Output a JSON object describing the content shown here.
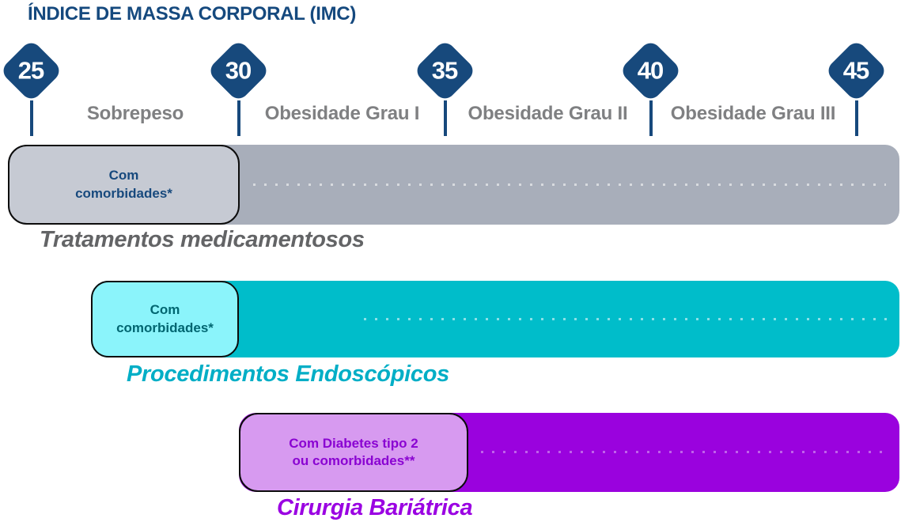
{
  "title": "ÍNDICE DE MASSA CORPORAL (IMC)",
  "scale": {
    "markers": [
      {
        "value": "25"
      },
      {
        "value": "30"
      },
      {
        "value": "35"
      },
      {
        "value": "40"
      },
      {
        "value": "45"
      }
    ],
    "ranges": [
      {
        "label": "Sobrepeso"
      },
      {
        "label": "Obesidade Grau I"
      },
      {
        "label": "Obesidade Grau II"
      },
      {
        "label": "Obesidade Grau III"
      }
    ]
  },
  "treatments": [
    {
      "name": "Tratamentos medicamentosos",
      "condition_line1": "Com",
      "condition_line2": "comorbidades*",
      "bar_color": "#a8aeba",
      "box_color": "#c6cad3",
      "box_text_color": "#17497d",
      "label_color": "#636466"
    },
    {
      "name": "Procedimentos Endoscópicos",
      "condition_line1": "Com",
      "condition_line2": "comorbidades*",
      "bar_color": "#00bdca",
      "box_color": "#8bf4fb",
      "box_text_color": "#006671",
      "label_color": "#00aec6"
    },
    {
      "name": "Cirurgia Bariátrica",
      "condition_line1": "Com Diabetes tipo 2",
      "condition_line2": "ou comorbidades**",
      "bar_color": "#9a02de",
      "box_color": "#d79af0",
      "box_text_color": "#8a03d2",
      "label_color": "#9a00e2"
    }
  ],
  "colors": {
    "title": "#15497e",
    "diamond": "#17497c",
    "range_label": "#7f8082",
    "background": "#ffffff",
    "box_border": "#0c0c0c"
  }
}
